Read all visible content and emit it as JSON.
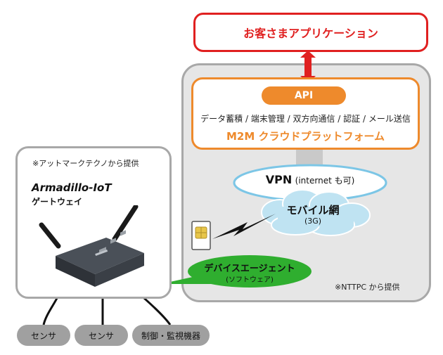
{
  "customer_app": {
    "label": "お客さまアプリケーション"
  },
  "platform": {
    "api_label": "API",
    "functions": "データ蓄積 / 端末管理 / 双方向通信 / 認証 / メール送信",
    "title": "M2M クラウドプラットフォーム"
  },
  "network": {
    "vpn_main": "VPN",
    "vpn_sub": "(internet も可)",
    "mobile_title": "モバイル網",
    "mobile_sub": "(3G)"
  },
  "agent": {
    "title": "デバイスエージェント",
    "sub": "(ソフトウェア)"
  },
  "nttpc_note": "※NTTPC から提供",
  "gateway": {
    "note": "※アットマークテクノから提供",
    "product": "Armadillo-IoT",
    "sub": "ゲートウェイ"
  },
  "devices": [
    "センサ",
    "センサ",
    "制御・監視機器"
  ],
  "colors": {
    "customer_red": "#e02020",
    "platform_orange": "#ee8a2c",
    "cloud_green": "#2fae2f",
    "cloud_blue": "#dbeef6",
    "gray_border": "#a8a8a8"
  },
  "icons": {
    "gateway_device": "router-device-icon",
    "sim_card": "sim-card-icon",
    "wireless_link": "lightning-icon",
    "bidirectional": "double-arrow-icon"
  }
}
